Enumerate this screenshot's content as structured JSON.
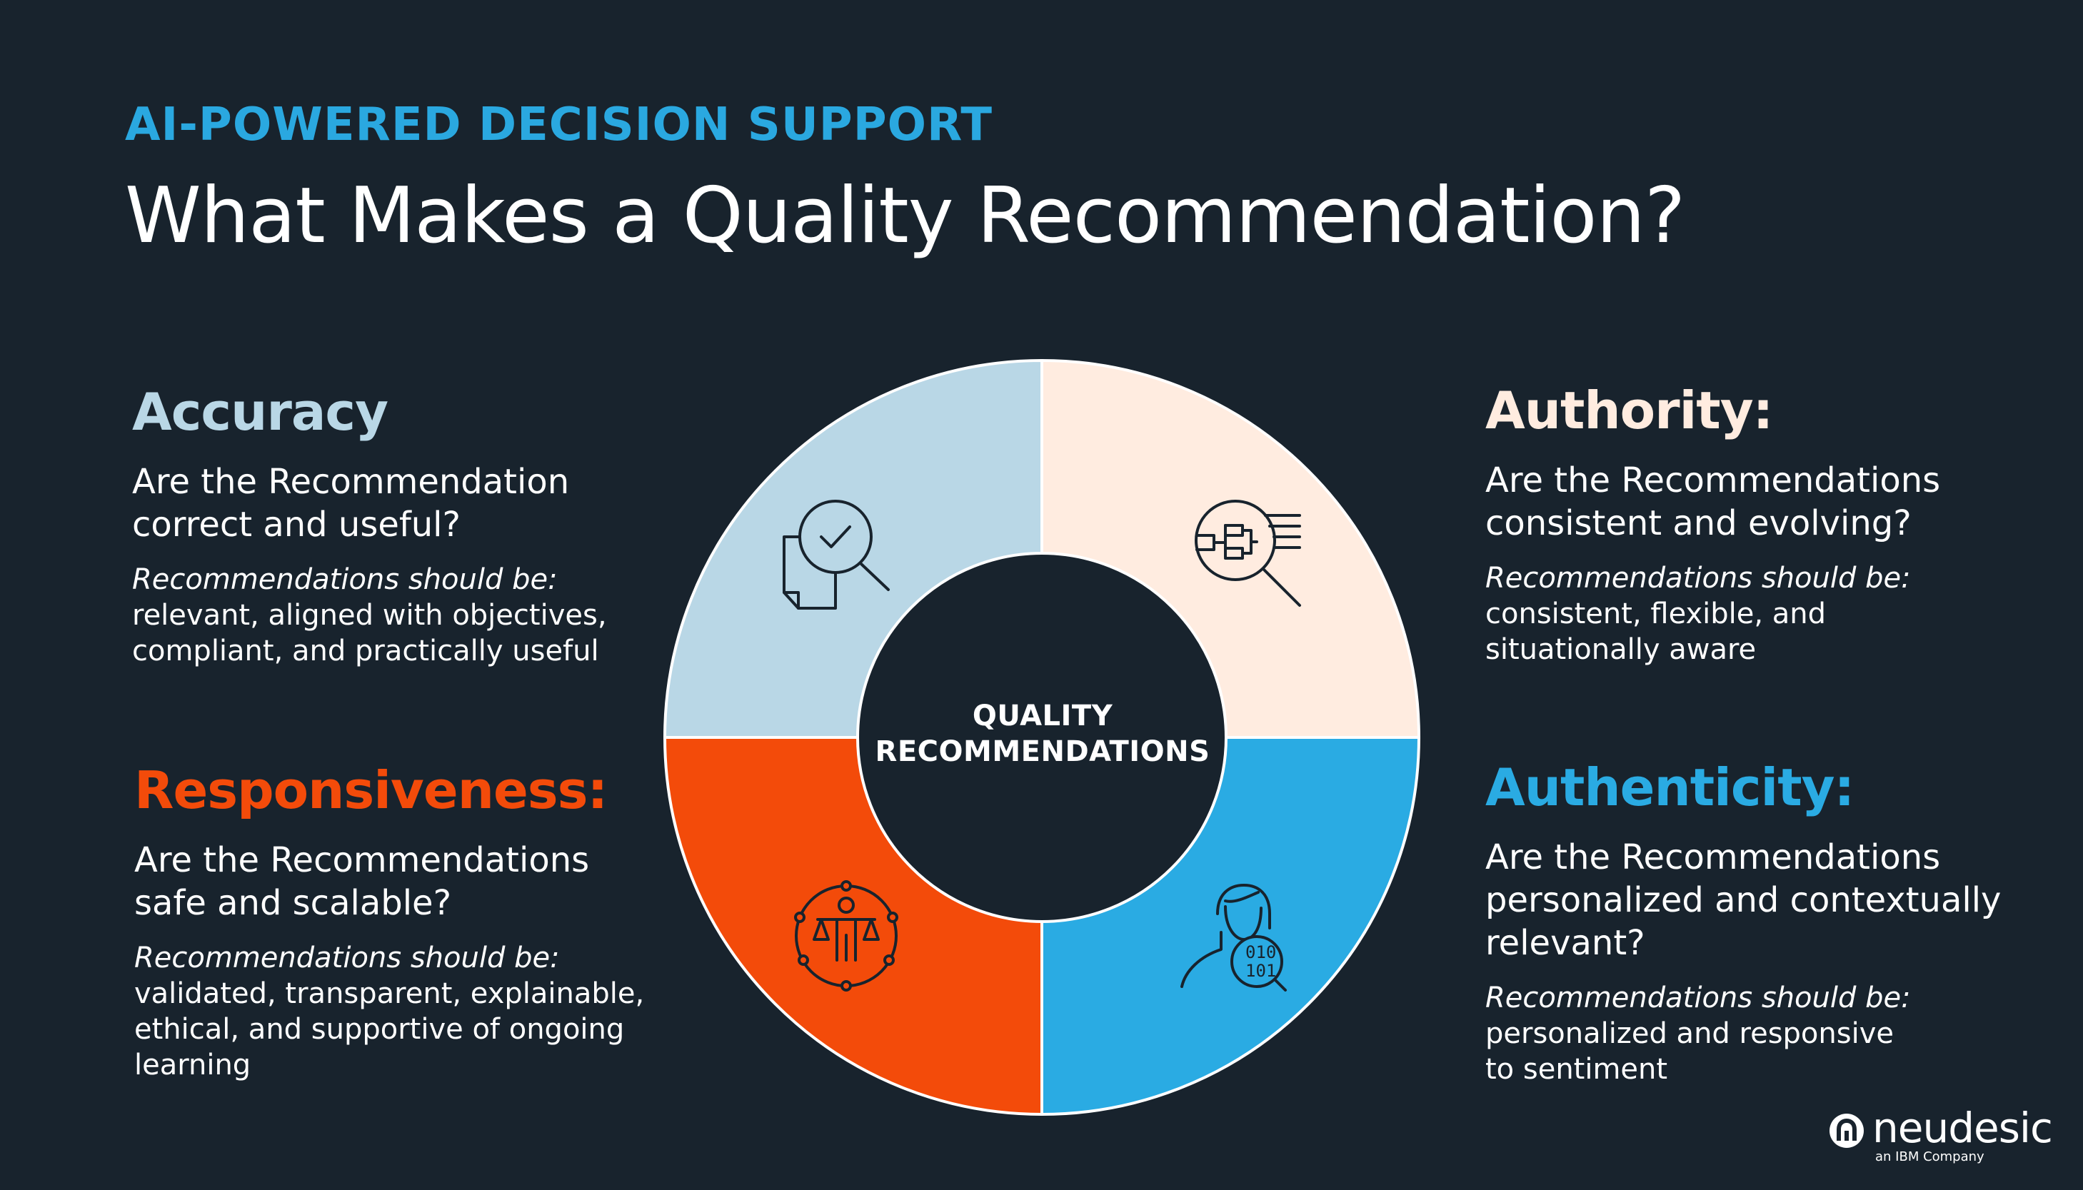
{
  "header": {
    "eyebrow": "AI-POWERED DECISION SUPPORT",
    "title": "What Makes a Quality Recommendation?"
  },
  "center": {
    "line1": "QUALITY",
    "line2": "RECOMMENDATIONS"
  },
  "colors": {
    "background": "#18232d",
    "accuracy": "#b9d7e6",
    "authority": "#ffece0",
    "responsiveness": "#f34b0a",
    "authenticity": "#2aabe3",
    "eyebrow": "#2aa8e0"
  },
  "quadrants": {
    "accuracy": {
      "heading": "Accuracy",
      "question_1": "Are the Recommendation",
      "question_2": "correct and useful?",
      "lead": "Recommendations should be:",
      "desc_1": "relevant, aligned with objectives,",
      "desc_2": "compliant, and practically useful",
      "icon": "document-search-check-icon"
    },
    "authority": {
      "heading": "Authority:",
      "question_1": "Are the Recommendations",
      "question_2": "consistent and evolving?",
      "lead": "Recommendations should be:",
      "desc_1": "consistent, flexible, and",
      "desc_2": "situationally aware",
      "icon": "flowchart-search-icon"
    },
    "responsiveness": {
      "heading": "Responsiveness:",
      "question_1": "Are the Recommendations",
      "question_2": "safe and scalable?",
      "lead": "Recommendations should be:",
      "desc_1": "validated, transparent, explainable,",
      "desc_2": "ethical, and supportive of ongoing",
      "desc_3": "learning",
      "icon": "person-scales-icon"
    },
    "authenticity": {
      "heading": "Authenticity:",
      "question_1": "Are the Recommendations",
      "question_2": "personalized and contextually",
      "question_3": "relevant?",
      "lead": "Recommendations should be:",
      "desc_1": "personalized and responsive",
      "desc_2": "to sentiment",
      "icon": "person-binary-icon"
    }
  },
  "logo": {
    "word": "neudesic",
    "sub": "an IBM Company"
  }
}
